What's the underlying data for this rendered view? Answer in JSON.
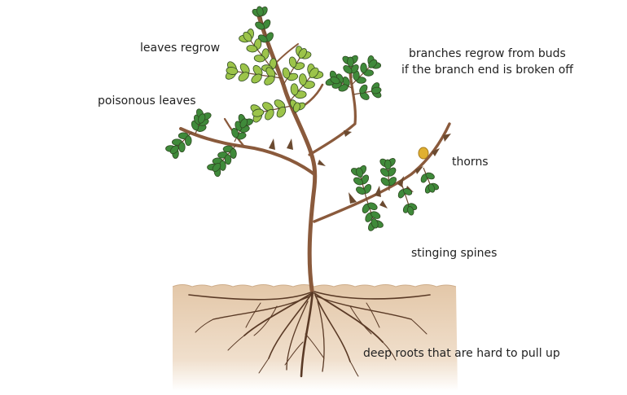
{
  "labels": {
    "leaves_regrow": "leaves regrow",
    "branches_regrow_line1": "branches regrow from buds",
    "branches_regrow_line2": "if the branch end is broken off",
    "poisonous_leaves": "poisonous leaves",
    "thorns": "thorns",
    "stinging_spines": "stinging spines",
    "deep_roots": "deep roots that are hard to pull up"
  },
  "colors": {
    "leaf_dark": "#3f8a3a",
    "leaf_light": "#9cc44a",
    "stem": "#8a5a3c",
    "root": "#5a3a26",
    "soil": "#e8cfb3",
    "soil_edge": "#d4b594",
    "bud": "#e0b030"
  }
}
